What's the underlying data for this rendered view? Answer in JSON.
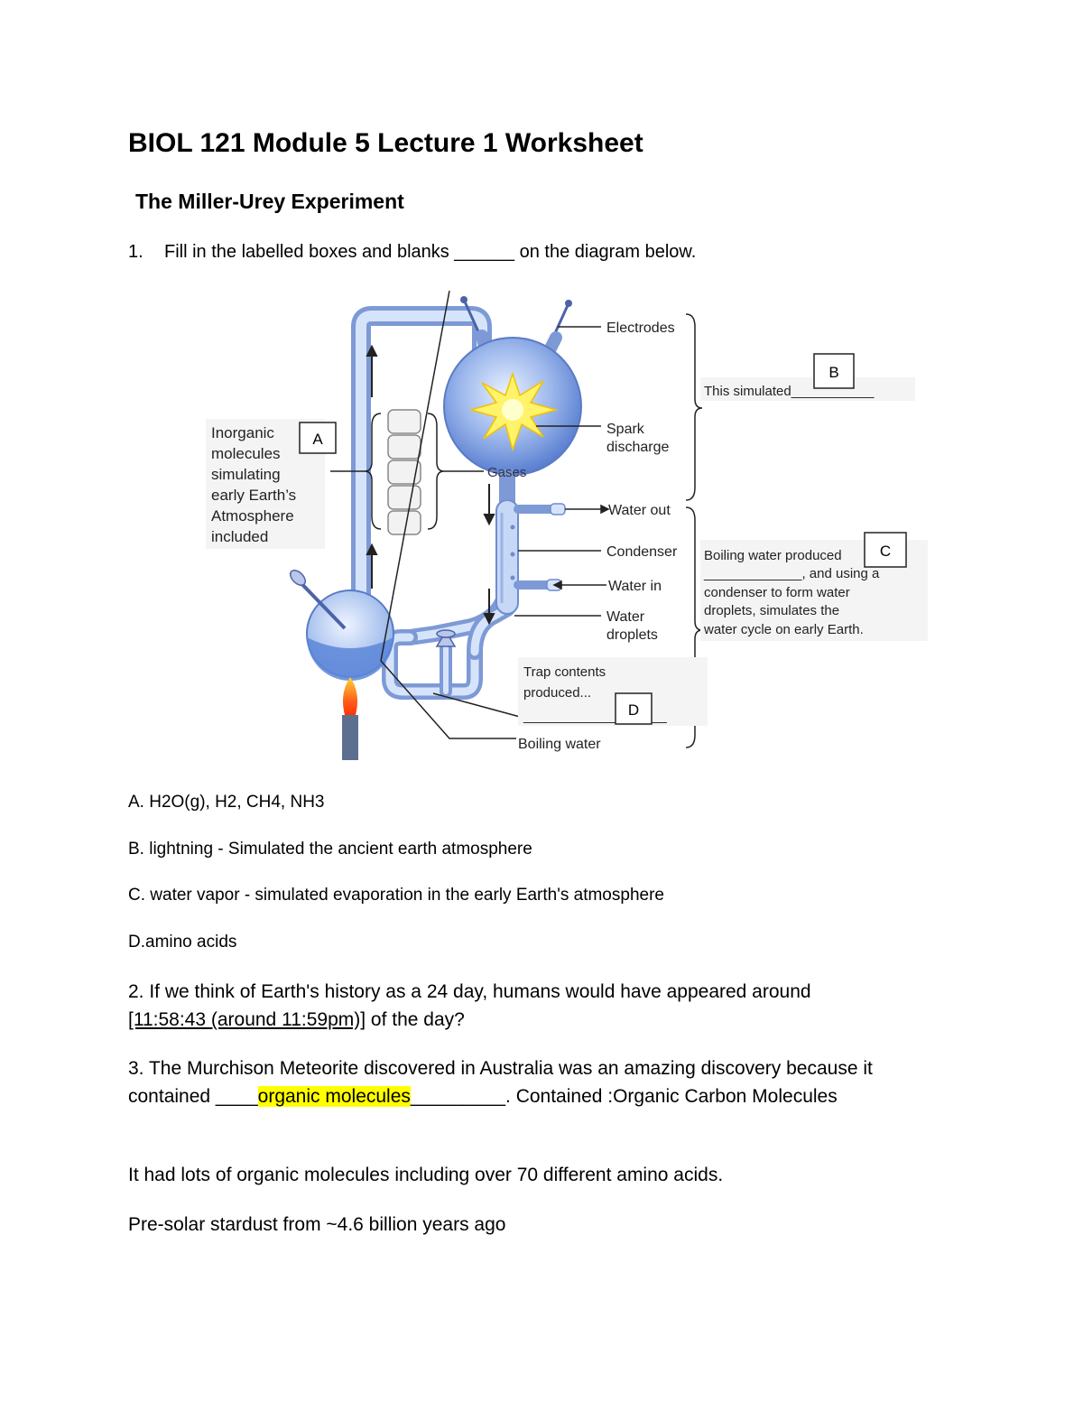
{
  "title": "BIOL 121 Module 5 Lecture 1 Worksheet",
  "section": "The Miller-Urey Experiment",
  "question1": {
    "number": "1.",
    "text": "Fill in the labelled boxes and blanks ______ on the diagram below."
  },
  "diagram": {
    "labels": {
      "electrodes": "Electrodes",
      "spark_line1": "Spark",
      "spark_line2": "discharge",
      "gases": "Gases",
      "water_out": "Water out",
      "condenser": "Condenser",
      "water_in": "Water in",
      "droplets_line1": "Water",
      "droplets_line2": "droplets",
      "boiling": "Boiling water"
    },
    "inorganic_lines": [
      "Inorganic",
      "molecules",
      "simulating",
      "early Earth’s",
      "Atmosphere",
      "included"
    ],
    "simulated": "This simulated",
    "blank_short": "___________",
    "boiling_note_lines": [
      "Boiling water produced",
      "_____________, and using a",
      "condenser to form water",
      "droplets, simulates the",
      "water cycle on early Earth."
    ],
    "trap_lines": [
      "Trap contents",
      "produced..."
    ],
    "trap_blank": "______________",
    "trap_blank_end": "__",
    "box_letters": {
      "a": "A",
      "b": "B",
      "c": "C",
      "d": "D"
    }
  },
  "answers": {
    "a": "A. H2O(g), H2, CH4, NH3",
    "b": "B. lightning - Simulated the ancient earth atmosphere",
    "c": "C. water vapor - simulated evaporation in the early Earth's atmosphere",
    "d": "D.amino acids"
  },
  "question2": {
    "lead": " 2. If we think of Earth's history as a 24 day, humans would have appeared around",
    "answer": "[11:58:43 (around 11:59pm)]",
    "tail": " of the day?"
  },
  "question3": {
    "lead": " 3.  The Murchison Meteorite discovered in Australia was an amazing discovery because it contained ____",
    "highlight": "organic molecules",
    "tail": "_________. Contained :Organic Carbon Molecules"
  },
  "notes": {
    "line1": "It had lots of organic molecules including over 70 different amino acids.",
    "line2": "Pre-solar stardust from ~4.6 billion years ago"
  }
}
